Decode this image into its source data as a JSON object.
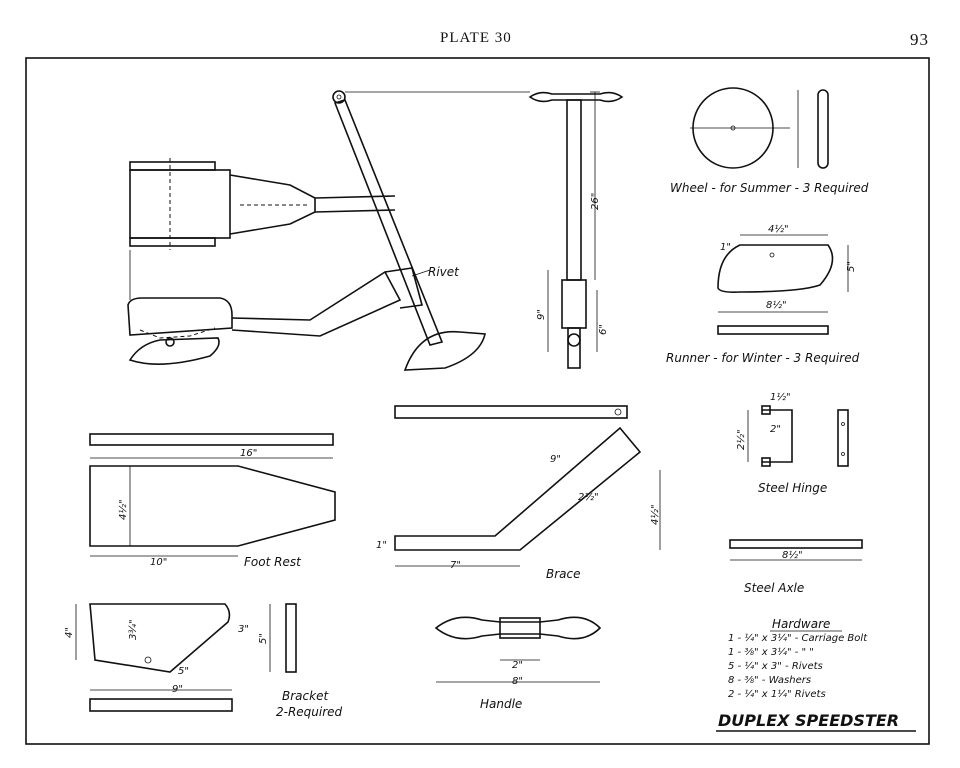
{
  "header": {
    "plate": "PLATE 30",
    "page": "93"
  },
  "title": "DUPLEX SPEEDSTER",
  "labels": {
    "rivet": "Rivet",
    "wheel": "Wheel - for Summer - 3 Required",
    "runner": "Runner - for Winter - 3 Required",
    "steel_hinge": "Steel Hinge",
    "steel_axle": "Steel Axle",
    "foot_rest": "Foot Rest",
    "brace": "Brace",
    "bracket": "Bracket",
    "bracket_req": "2-Required",
    "handle": "Handle"
  },
  "dimensions": {
    "handle_height": "26\"",
    "lower_9": "9\"",
    "lower_6": "6\"",
    "runner_length": "8½\"",
    "runner_height": "5\"",
    "runner_hole": "4½\"",
    "runner_nose": "1\"",
    "hinge_2": "2\"",
    "hinge_2half": "2½\"",
    "hinge_1half": "1½\"",
    "axle_length": "8½\"",
    "foot_16": "16\"",
    "foot_10": "10\"",
    "foot_4half": "4½\"",
    "brace_9": "9\"",
    "brace_7": "7\"",
    "brace_4half": "4½\"",
    "brace_2half": "2½\"",
    "brace_1": "1\"",
    "bracket_9": "9\"",
    "bracket_4": "4\"",
    "bracket_5": "5\"",
    "bracket_3": "3\"",
    "bracket_3_4": "3¾\"",
    "bracket_5in": "5\"",
    "handle_8": "8\"",
    "handle_2": "2\""
  },
  "hardware": {
    "heading": "Hardware",
    "items": [
      "1 - ¼\" x 3¼\" - Carriage Bolt",
      "1 - ⅜\" x 3¼\" -     \"       \"",
      "5 - ¼\" x 3\" - Rivets",
      "8 - ⅜\" - Washers",
      "2 - ¼\" x 1¼\" Rivets"
    ]
  }
}
